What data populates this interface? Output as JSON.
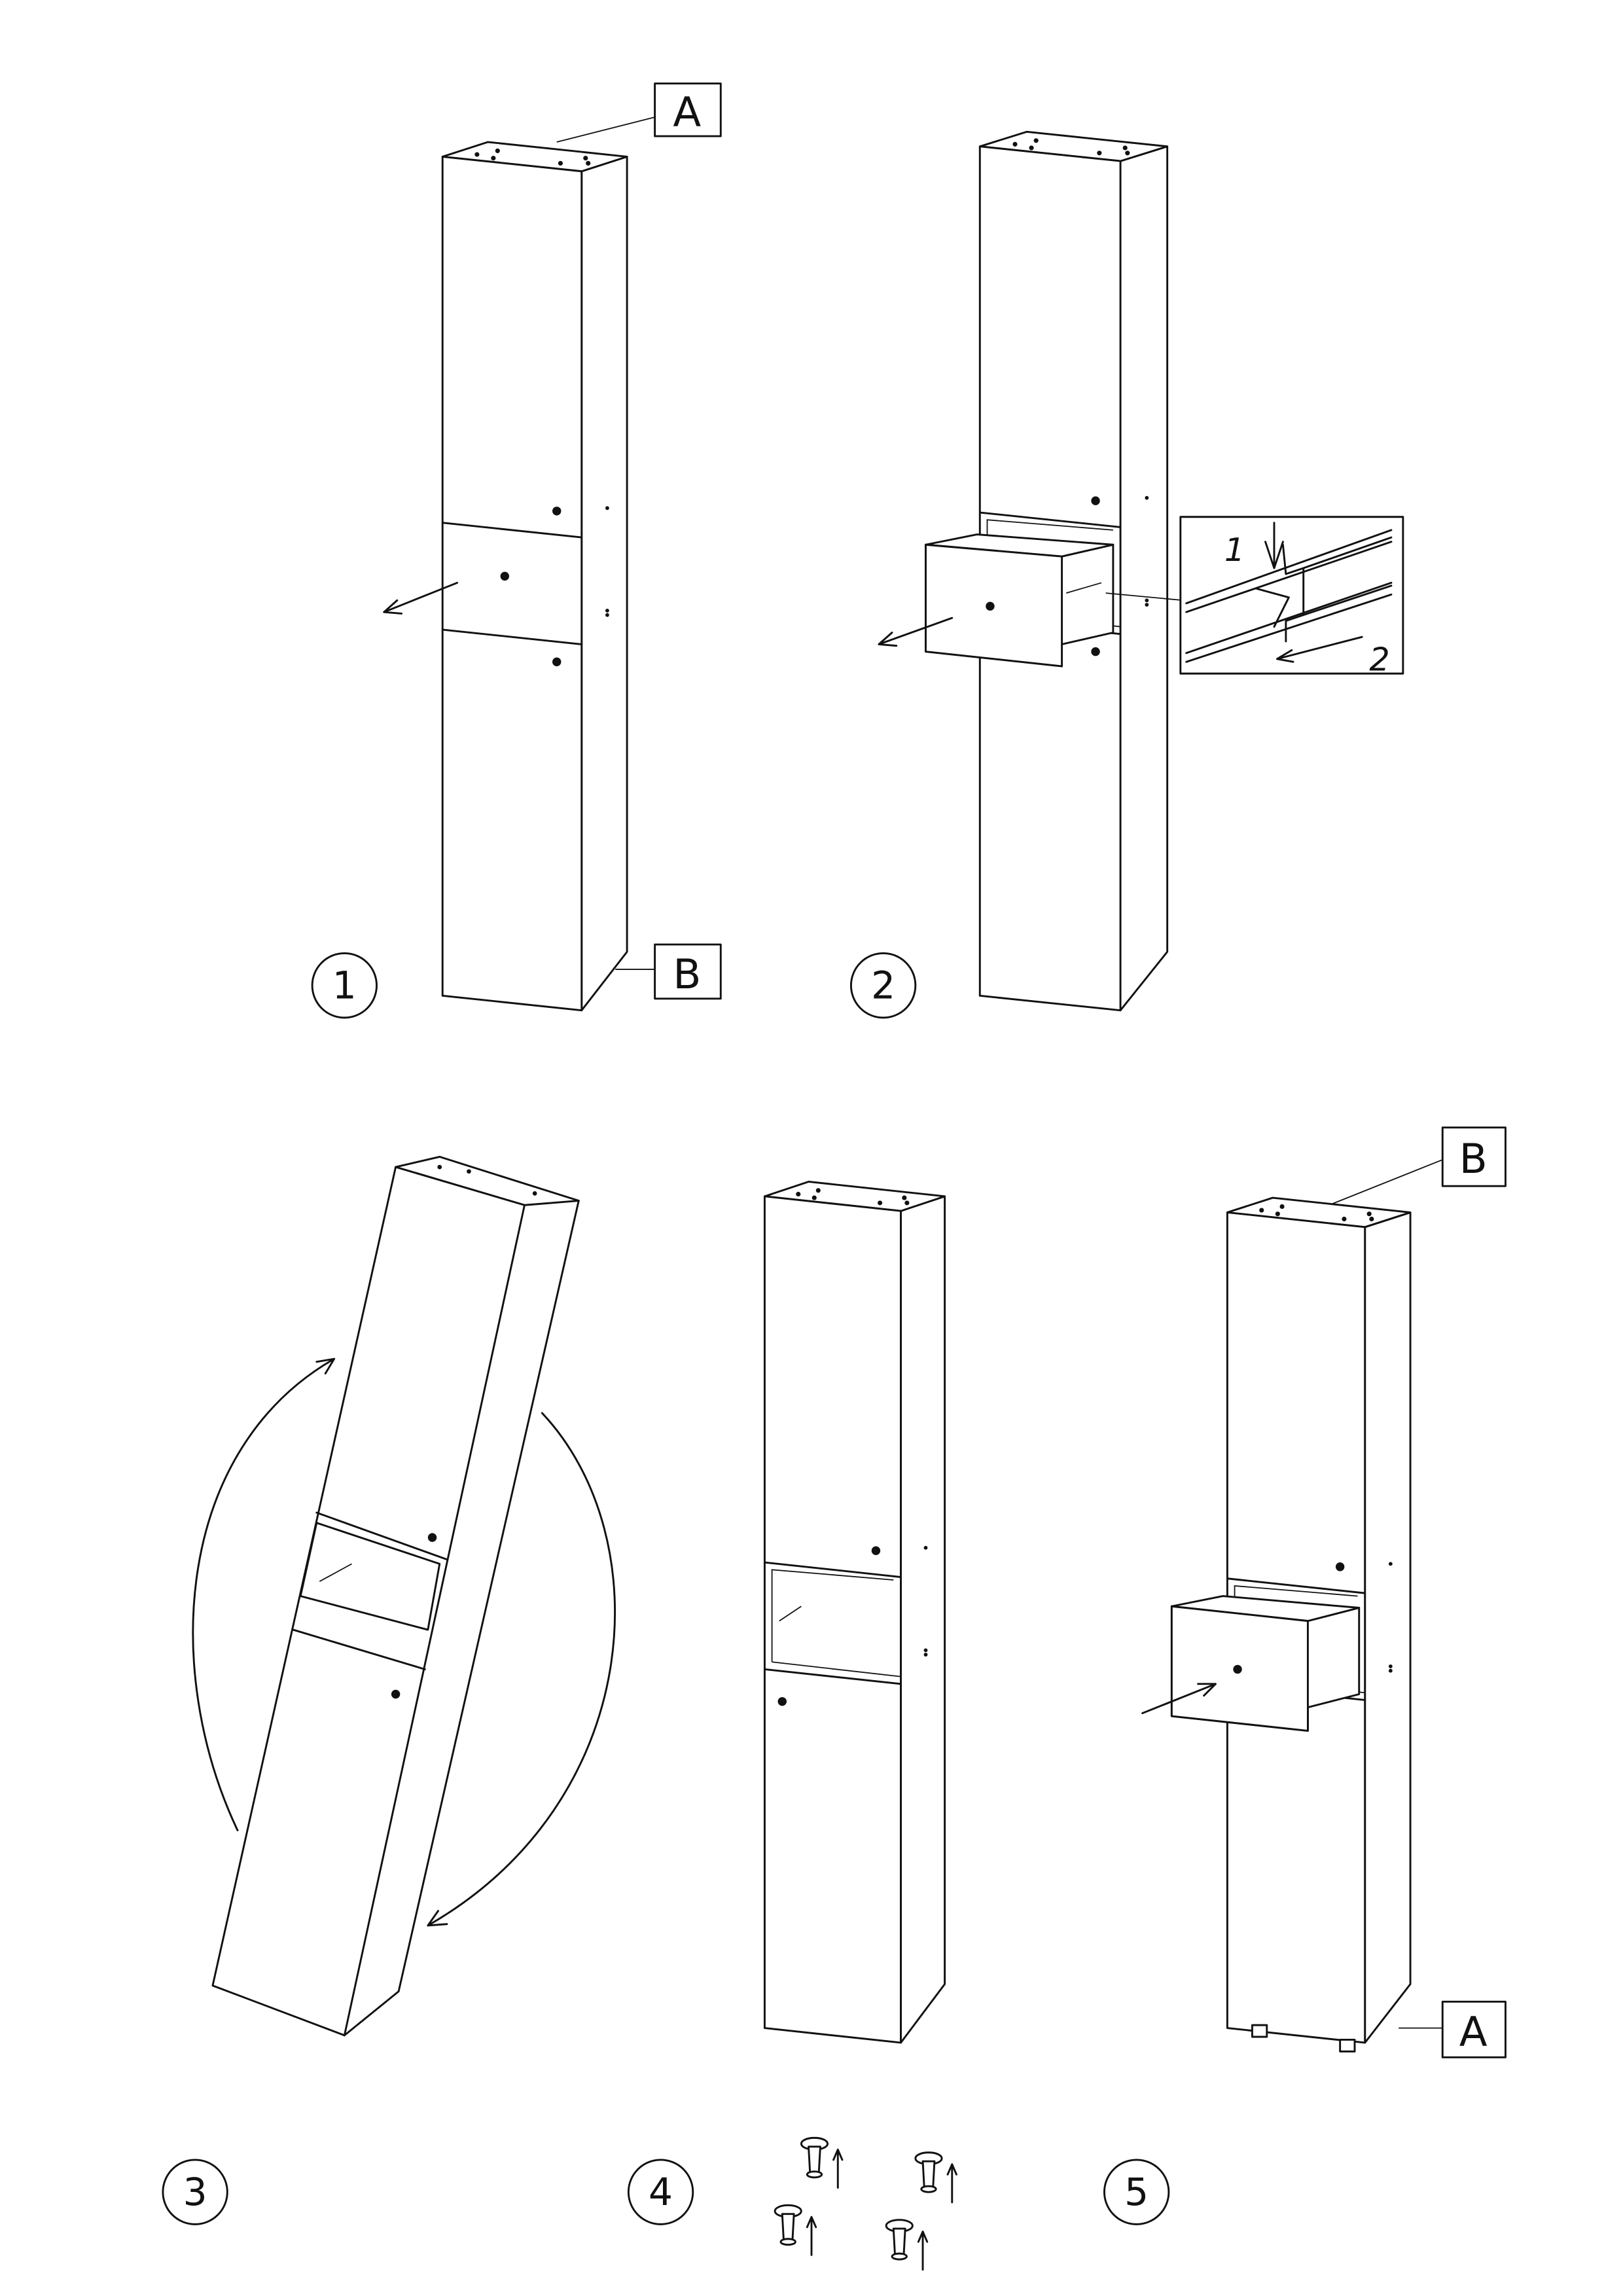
{
  "steps": [
    {
      "number": "1",
      "labels": [
        "A",
        "B"
      ]
    },
    {
      "number": "2",
      "detail_labels": [
        "1",
        "2"
      ]
    },
    {
      "number": "3"
    },
    {
      "number": "4"
    },
    {
      "number": "5",
      "labels": [
        "B",
        "A"
      ]
    }
  ]
}
